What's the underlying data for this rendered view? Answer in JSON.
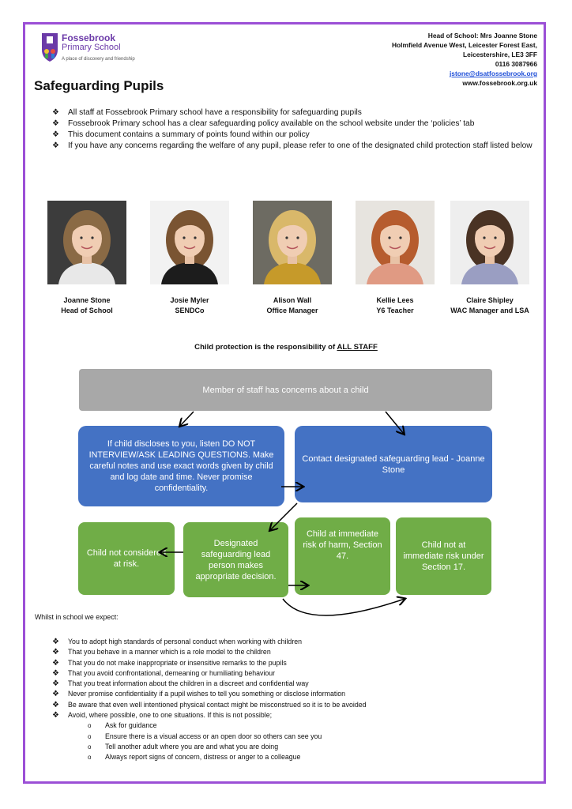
{
  "school": {
    "name_line1": "Fossebrook",
    "name_line2": "Primary School",
    "tagline": "A place of discovery and friendship"
  },
  "contact": {
    "head": "Head of School: Mrs Joanne Stone",
    "address1": "Holmfield Avenue West, Leicester Forest East,",
    "address2": "Leicestershire, LE3 3FF",
    "phone": "0116 3087966",
    "email": "jstone@dsatfossebrook.org",
    "website": "www.fossebrook.org.uk"
  },
  "title": "Safeguarding Pupils",
  "intro_points": [
    "All staff at Fossebrook Primary school have a responsibility for safeguarding pupils",
    "Fossebrook Primary school has a clear safeguarding policy available on the school website under the ‘policies’ tab",
    "This document contains a summary of points found within our policy",
    "If you have any concerns regarding the welfare of any pupil, please refer to one of the designated child protection staff listed below"
  ],
  "staff": [
    {
      "name": "Joanne Stone",
      "role": "Head of School",
      "hair": "#8a6a45",
      "bg": "#3c3c3c",
      "top": "#e8e8e8"
    },
    {
      "name": "Josie Myler",
      "role": "SENDCo",
      "hair": "#7a5432",
      "bg": "#f2f2f2",
      "top": "#1c1c1c"
    },
    {
      "name": "Alison Wall",
      "role": "Office Manager",
      "hair": "#d9b86a",
      "bg": "#6d6b62",
      "top": "#c69a2a"
    },
    {
      "name": "Kellie Lees",
      "role": "Y6 Teacher",
      "hair": "#b65c2e",
      "bg": "#e7e4df",
      "top": "#e09a83"
    },
    {
      "name": "Claire Shipley",
      "role": "WAC Manager and LSA",
      "hair": "#4a3324",
      "bg": "#eeeeee",
      "top": "#9a9ec2"
    }
  ],
  "cp_prefix": "Child protection is the responsibility of ",
  "cp_emphasis": "ALL STAFF",
  "flow": {
    "start": "Member of staff has concerns about a child",
    "disclose": "If child discloses to you, listen DO NOT INTERVIEW/ASK LEADING QUESTIONS. Make careful notes and use exact words given by child and log date and time. Never promise confidentiality.",
    "contact": "Contact designated safeguarding lead - Joanne Stone",
    "not_at_risk": "Child not considered at risk.",
    "decision": "Designated safeguarding lead person makes appropriate decision.",
    "immediate": "Child at immediate risk of harm, Section 47.",
    "not_immediate": "Child not at immediate risk under Section 17."
  },
  "colors": {
    "frame": "#9b4fd6",
    "grey": "#a8a8a8",
    "blue": "#4472c4",
    "green": "#70ad47"
  },
  "expect_heading": "Whilst in school we expect:",
  "expect_points": [
    "You to adopt high standards of personal conduct when working with children",
    "That you behave in a manner which is a role model to the children",
    "That you do not make inappropriate or insensitive remarks to the pupils",
    "That you avoid confrontational, demeaning or humiliating behaviour",
    "That you treat information about the children in a discreet and confidential way",
    "Never promise confidentiality if a pupil wishes to tell you something or disclose information",
    "Be aware that even well intentioned physical contact might be misconstrued so it is to be avoided",
    "Avoid, where possible, one to one situations. If this is not possible;"
  ],
  "sub_points": [
    "Ask for guidance",
    "Ensure there is a visual access or an open door so others can see you",
    "Tell another adult where you are and what you are doing",
    "Always report signs of concern, distress or anger to a colleague"
  ]
}
